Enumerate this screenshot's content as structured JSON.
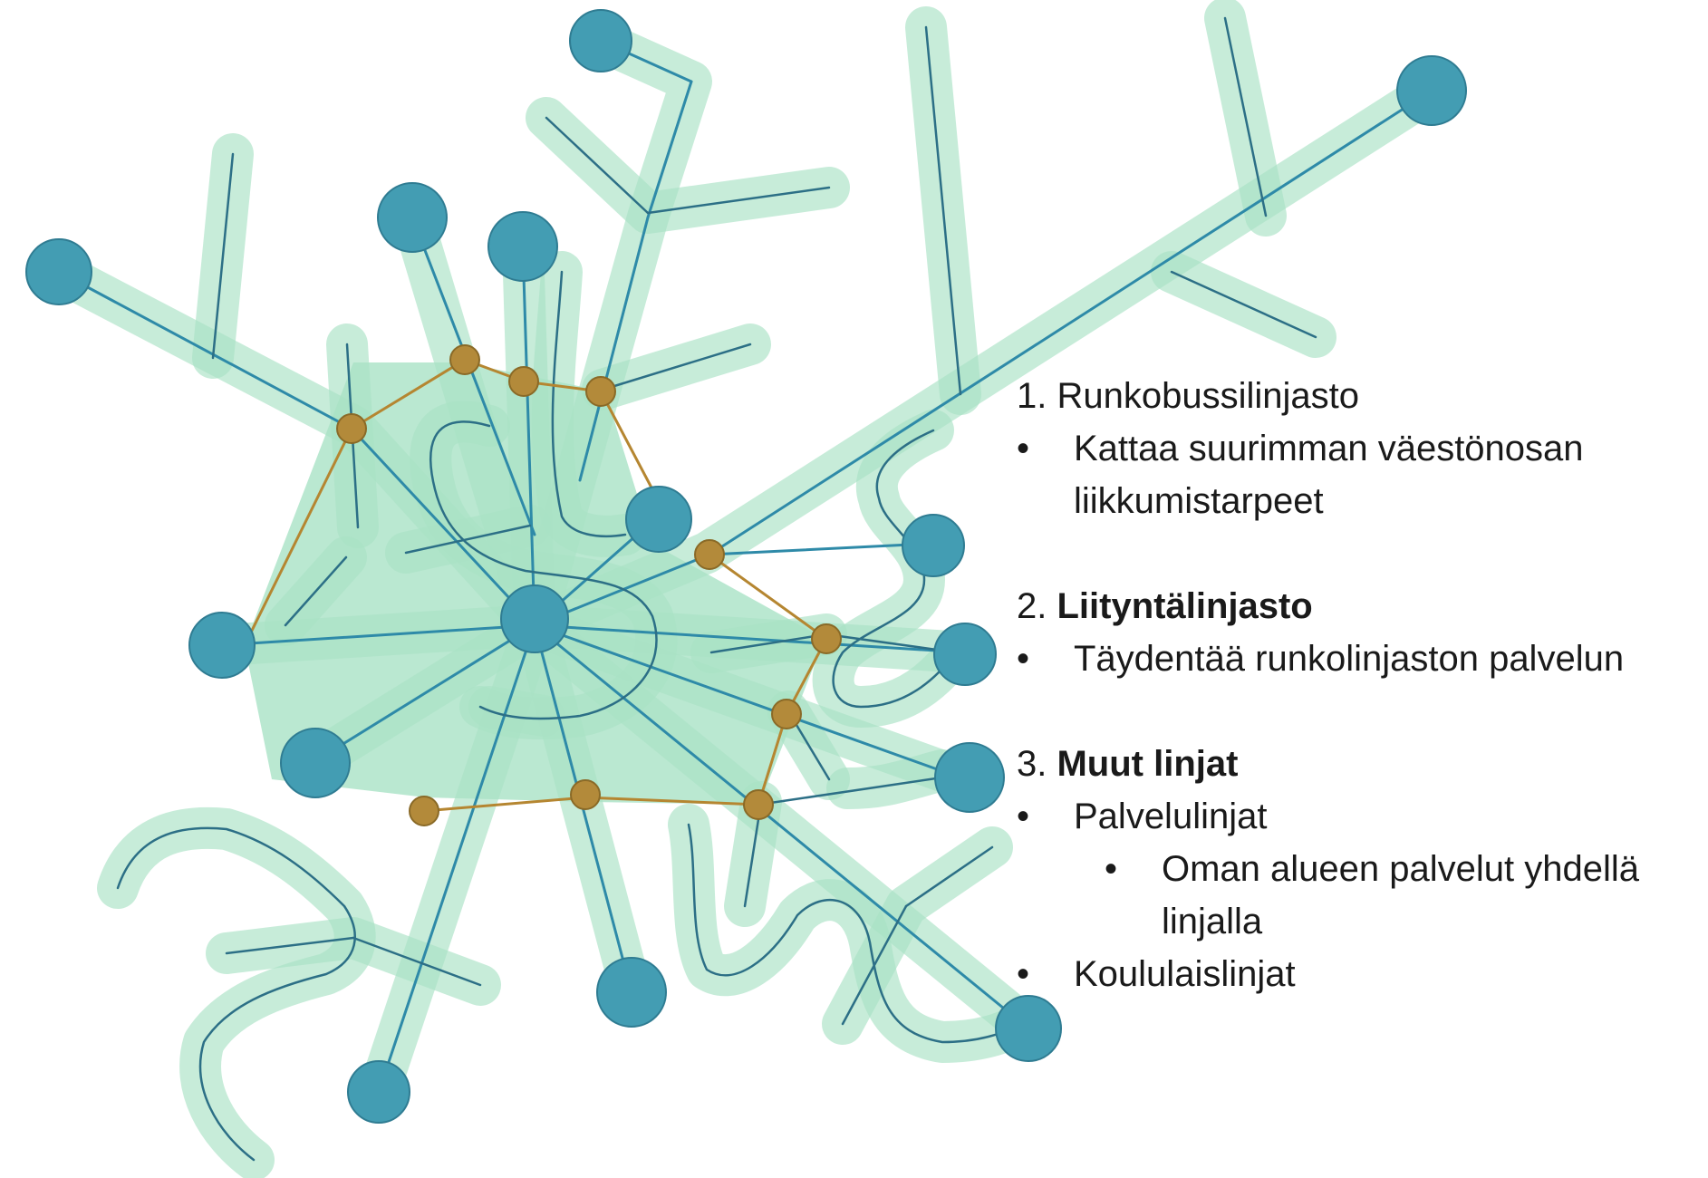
{
  "legend": {
    "sections": [
      {
        "number": "1.",
        "title": "Runkobussilinjasto",
        "title_bold": false,
        "items": [
          {
            "text": "Kattaa suurimman väestönosan liikkumistarpeet",
            "level": 1
          }
        ]
      },
      {
        "number": "2.",
        "title": "Liityntälinjasto",
        "title_bold": true,
        "items": [
          {
            "text": "Täydentää runkolinjaston palvelun",
            "level": 1
          }
        ]
      },
      {
        "number": "3.",
        "title": "Muut linjat",
        "title_bold": true,
        "items": [
          {
            "text": "Palvelulinjat",
            "level": 1
          },
          {
            "text": "Oman alueen palvelut yhdellä linjalla",
            "level": 2
          },
          {
            "text": "Koululaislinjat",
            "level": 1
          }
        ]
      }
    ]
  },
  "colors": {
    "hub": "#439db3",
    "hub_stroke": "#2f7c92",
    "stop": "#b38a3a",
    "stop_stroke": "#8a6a27",
    "trunk_line": "#2e8aa8",
    "feeder_line": "#b58631",
    "service_line": "#2c6f86",
    "band": "#a9e2c5",
    "text": "#1a1a1a"
  }
}
